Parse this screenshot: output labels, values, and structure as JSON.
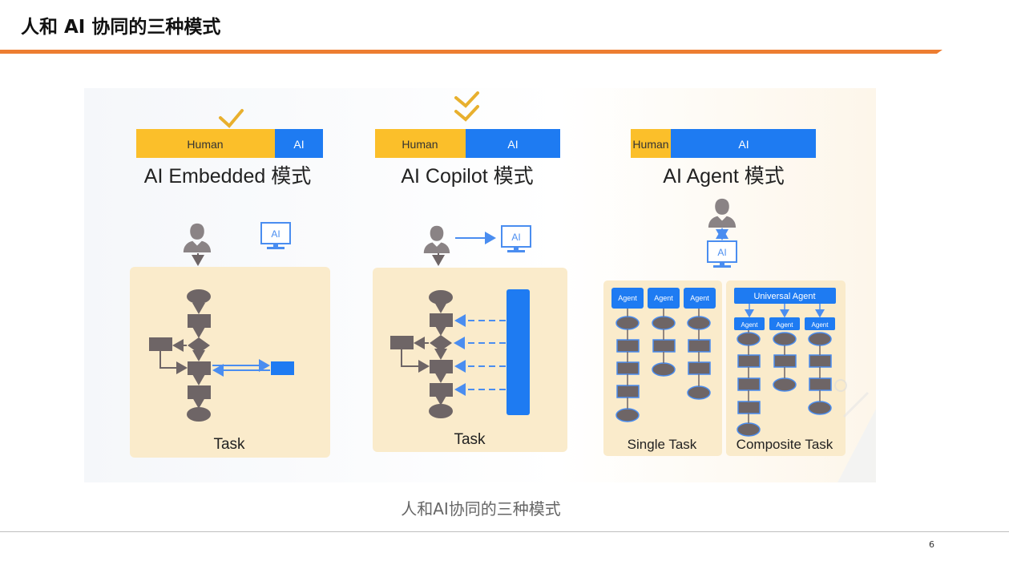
{
  "slide": {
    "title": "人和 AI 协同的三种模式",
    "caption": "人和AI协同的三种模式",
    "page_number": "6"
  },
  "colors": {
    "accent_orange": "#ED7D31",
    "human_yellow": "#FBBF2A",
    "ai_blue": "#1E7BF2",
    "node_gray": "#6E6566",
    "panel_beige": "#FAEBCB",
    "check_gold": "#E8B02E"
  },
  "modes": [
    {
      "title": "AI Embedded 模式",
      "bar_human": "Human",
      "bar_ai": "AI",
      "ai_screen": "AI",
      "panel_label": "Task",
      "checks": 1,
      "human_share": 0.74
    },
    {
      "title": "AI Copilot 模式",
      "bar_human": "Human",
      "bar_ai": "AI",
      "ai_screen": "AI",
      "panel_label": "Task",
      "checks": 2,
      "human_share": 0.49
    },
    {
      "title": "AI Agent 模式",
      "bar_human": "Human",
      "bar_ai": "AI",
      "ai_screen": "AI",
      "checks": 0,
      "human_share": 0.22,
      "single_task": {
        "label": "Single Task",
        "agent_label": "Agent",
        "agents": [
          "Agent",
          "Agent",
          "Agent"
        ]
      },
      "composite_task": {
        "label": "Composite Task",
        "universal_label": "Universal Agent",
        "agents": [
          "Agent",
          "Agent",
          "Agent"
        ]
      }
    }
  ]
}
